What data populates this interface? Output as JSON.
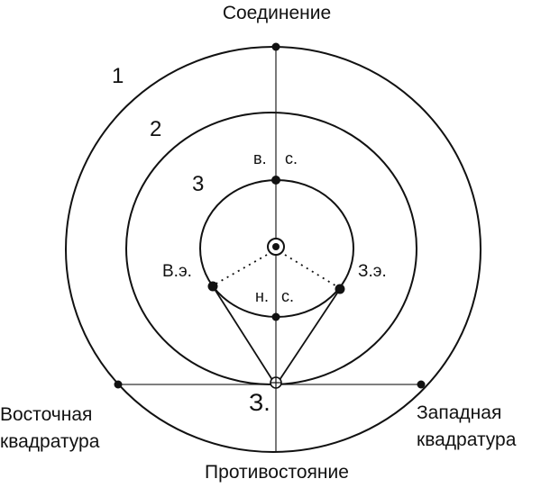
{
  "diagram": {
    "title_top": "Соединение",
    "title_bottom": "Противостояние",
    "east_quadrature": [
      "Восточная",
      "квадратура"
    ],
    "west_quadrature": [
      "Западная",
      "квадратура"
    ],
    "orbit_labels": [
      "1",
      "2",
      "3"
    ],
    "points": {
      "upper_conjunction": [
        "в.",
        "с."
      ],
      "lower_conjunction": [
        "н.",
        "с."
      ],
      "east_elongation": "В.э.",
      "west_elongation": "З.э.",
      "earth": "З."
    },
    "colors": {
      "stroke": "#111111",
      "background": "#ffffff"
    }
  }
}
